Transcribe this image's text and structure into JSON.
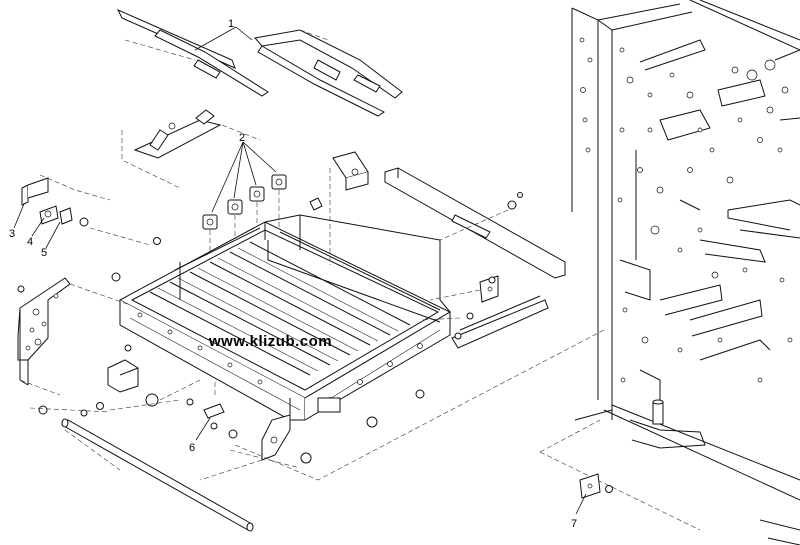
{
  "watermark": {
    "text": "www.klizub.com"
  },
  "callouts": [
    {
      "id": "c1",
      "label": "1"
    },
    {
      "id": "c2",
      "label": "2"
    },
    {
      "id": "c3",
      "label": "3"
    },
    {
      "id": "c4",
      "label": "4"
    },
    {
      "id": "c5",
      "label": "5"
    },
    {
      "id": "c6",
      "label": "6"
    },
    {
      "id": "c7",
      "label": "7"
    }
  ]
}
